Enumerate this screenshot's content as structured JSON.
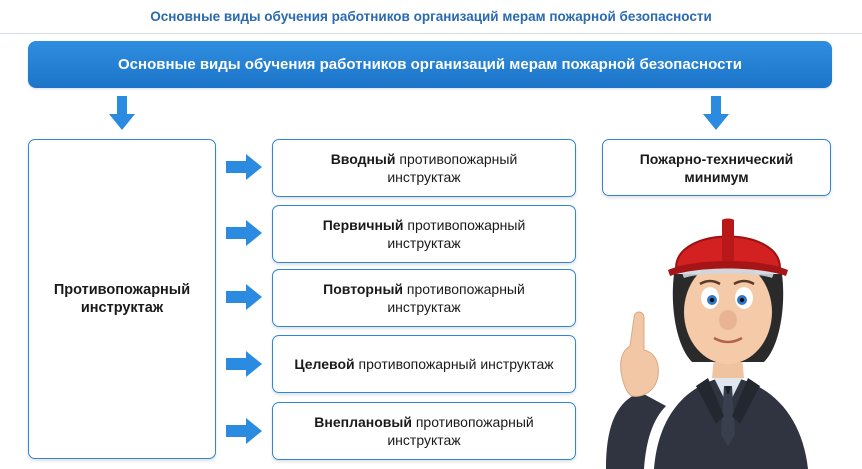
{
  "header": {
    "title": "Основные виды обучения работников организаций мерам пожарной безопасности"
  },
  "banner": {
    "title": "Основные виды обучения работников организаций мерам пожарной безопасности"
  },
  "left_branch": {
    "label": "Противопожарный инструктаж"
  },
  "right_branch": {
    "label": "Пожарно-технический минимум"
  },
  "items": [
    {
      "bold": "Вводный",
      "rest": " противопожарный инструктаж"
    },
    {
      "bold": "Первичный",
      "rest": " противопожарный инструктаж"
    },
    {
      "bold": "Повторный",
      "rest": " противопожарный инструктаж"
    },
    {
      "bold": "Целевой",
      "rest": " противопожарный инструктаж"
    },
    {
      "bold": "Внеплановый",
      "rest": " противопожарный инструктаж"
    }
  ],
  "colors": {
    "accent": "#1b74c8",
    "arrow": "#2b8be0",
    "box_border": "#2f86d8",
    "header_text": "#2a6ab0"
  },
  "icons": {
    "down_arrow": "arrow-down-icon",
    "right_arrow": "arrow-right-icon",
    "mascot": "firefighter-mascot-icon"
  }
}
